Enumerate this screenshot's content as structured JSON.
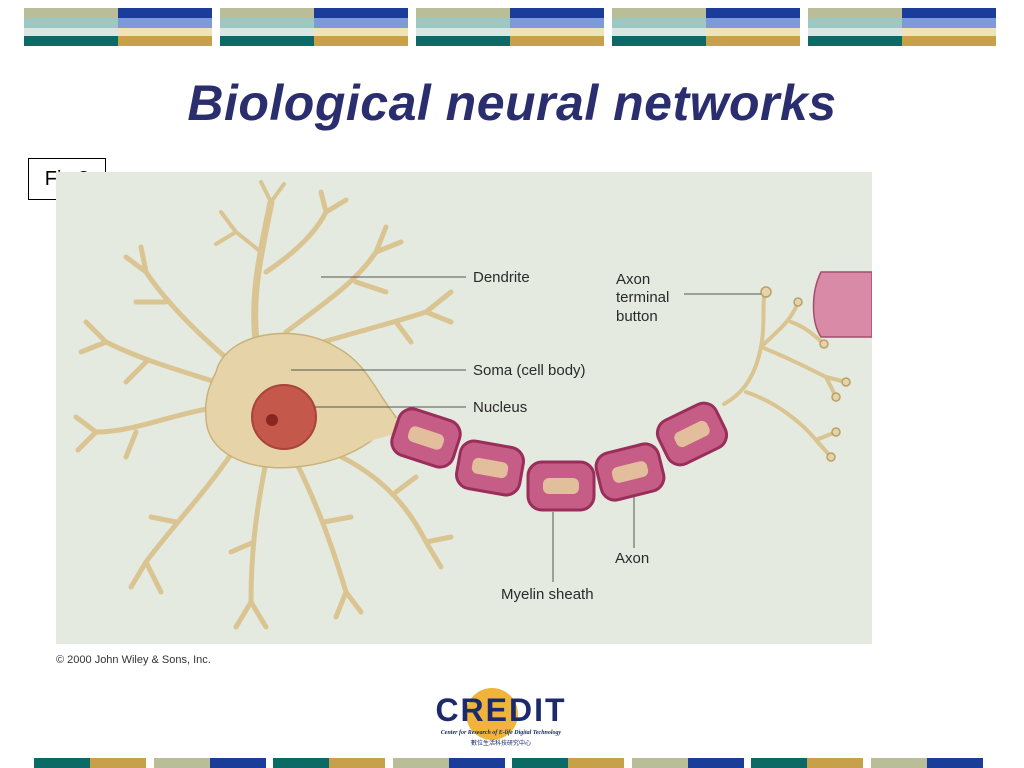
{
  "slide": {
    "title": "Biological neural networks",
    "figure_label": "Fig.3"
  },
  "diagram": {
    "labels": {
      "dendrite": "Dendrite",
      "axon_terminal_1": "Axon",
      "axon_terminal_2": "terminal",
      "axon_terminal_3": "button",
      "soma": "Soma (cell body)",
      "nucleus": "Nucleus",
      "axon": "Axon",
      "myelin": "Myelin sheath"
    },
    "copyright": "© 2000 John Wiley & Sons, Inc."
  },
  "logo": {
    "word": "CREDIT",
    "subtitle": "Center for Research of E-life Digital Technology",
    "chinese": "數位生活科技研究中心"
  },
  "colors": {
    "title": "#2b2e6e",
    "diagram_bg": "#e5eae0",
    "neuron": "#e6d4a8",
    "neuron_stroke": "#b8a06a",
    "myelin": "#c65d86",
    "nucleus": "#c4584a",
    "logo_orange": "#f0b43a",
    "logo_navy": "#1c2a6b"
  },
  "bands": {
    "top_blocks": 5,
    "bottom_pairs": [
      [
        "#0b6a66",
        "#c7a14a"
      ],
      [
        "#b9bd98",
        "#1a3d9a"
      ],
      [
        "#0b6a66",
        "#c7a14a"
      ],
      [
        "#b9bd98",
        "#1a3d9a"
      ],
      [
        "#0b6a66",
        "#c7a14a"
      ],
      [
        "#b9bd98",
        "#1a3d9a"
      ],
      [
        "#0b6a66",
        "#c7a14a"
      ],
      [
        "#b9bd98",
        "#1a3d9a"
      ]
    ]
  }
}
